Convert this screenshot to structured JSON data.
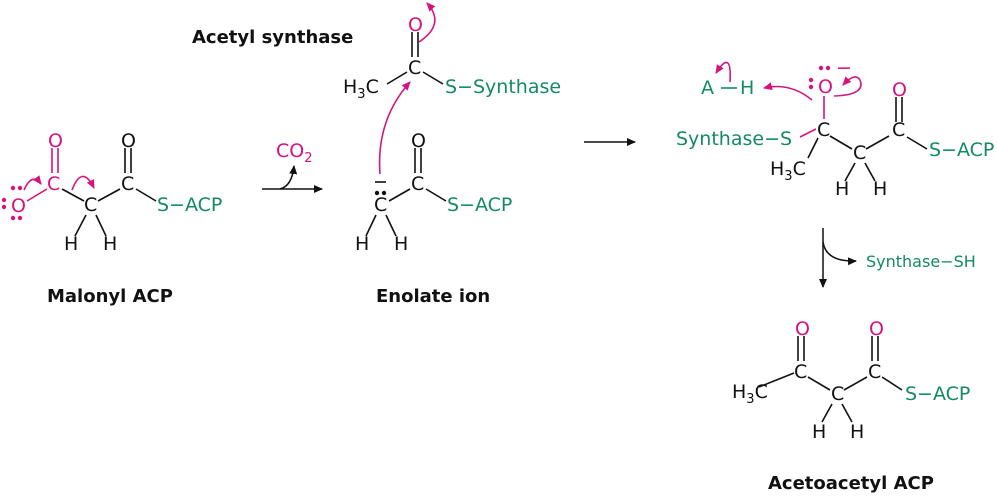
{
  "labels": {
    "malonyl": "Malonyl ACP",
    "enolate": "Enolate ion",
    "acetyl_synthase": "Acetyl synthase",
    "acetoacetyl": "Acetoacetyl ACP"
  },
  "atoms": {
    "C": "C",
    "O": "O",
    "H": "H",
    "A": "A",
    "H3C_main": "H",
    "H3C_sub": "3",
    "H3C_tail": "C",
    "co2_main": "CO",
    "co2_sub": "2",
    "neg": "−"
  },
  "groups": {
    "s_acp": "S−ACP",
    "s_synthase": "S−Synthase",
    "synthase_s": "Synthase−S",
    "synthase_sh": "Synthase−SH"
  },
  "colors": {
    "magenta": "#d4137f",
    "green": "#138a64",
    "black": "#111111"
  }
}
